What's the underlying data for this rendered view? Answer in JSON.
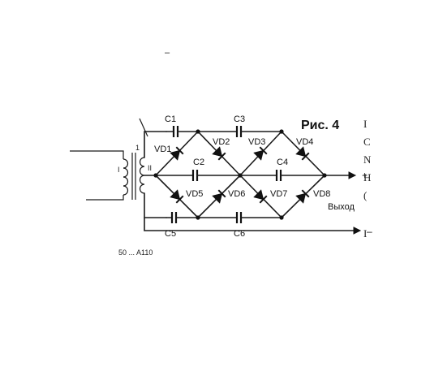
{
  "figure": {
    "title": "Рис. 4",
    "output_label": "Выход",
    "plus": "+",
    "minus": "–",
    "transformer": {
      "primary": "I",
      "secondary": "II",
      "tap": "1"
    }
  },
  "capacitors": [
    "C1",
    "C2",
    "C3",
    "C4",
    "C5",
    "C6"
  ],
  "diodes": [
    "VD1",
    "VD2",
    "VD3",
    "VD4",
    "VD5",
    "VD6",
    "VD7",
    "VD8"
  ],
  "stray": {
    "dash_top": "–",
    "edge_chars": [
      "I",
      "C",
      "N",
      "H",
      "(",
      "I"
    ],
    "bottom_fragment": "50 ... A110"
  }
}
